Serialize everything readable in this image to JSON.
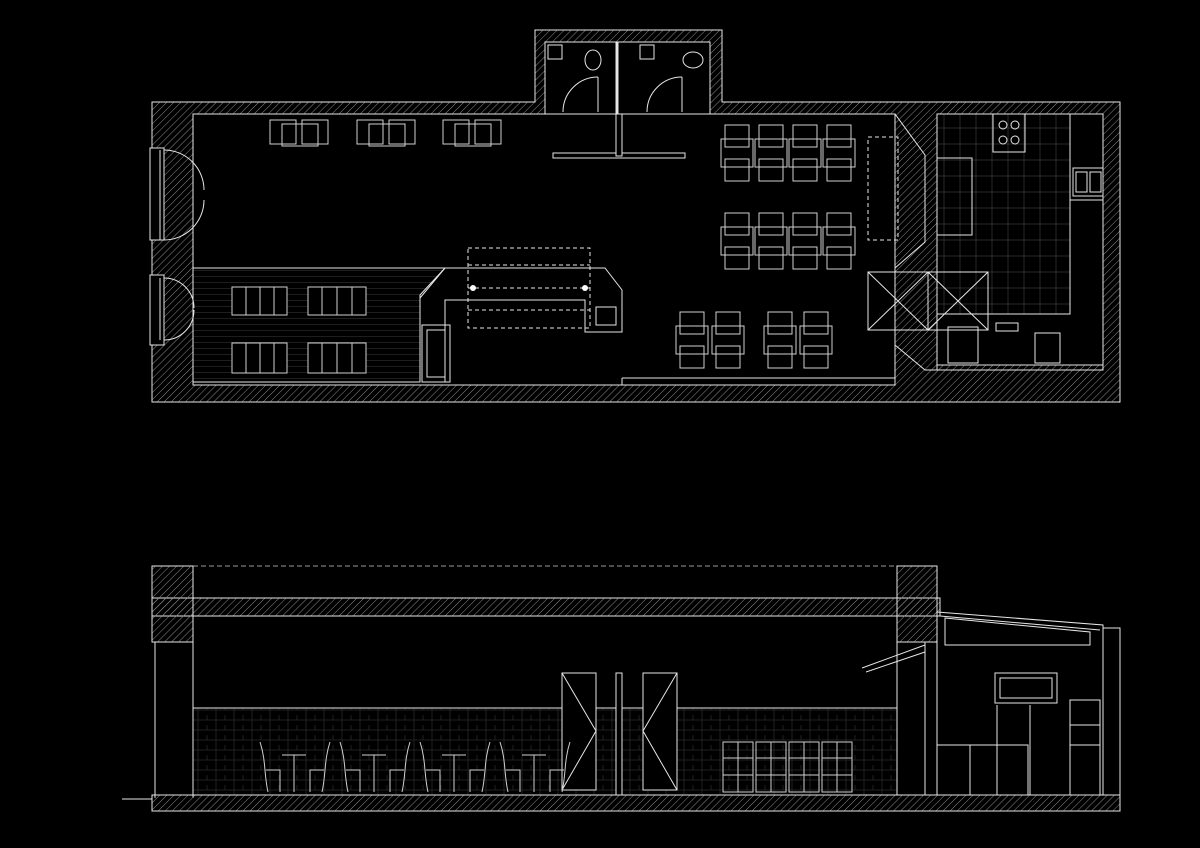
{
  "drawing": {
    "background": "#000000",
    "line_color": "#e6e6e6",
    "dim_line_color": "#9a9a9a",
    "views": [
      {
        "name": "floor-plan",
        "caption": ""
      },
      {
        "name": "longitudinal-section",
        "caption": ""
      }
    ],
    "plan": {
      "dining_tables_rows": 4,
      "entrance_doors": 2,
      "wc_rooms": 2
    },
    "section": {
      "visible_chairs": 4,
      "shelving_units": 4
    }
  }
}
